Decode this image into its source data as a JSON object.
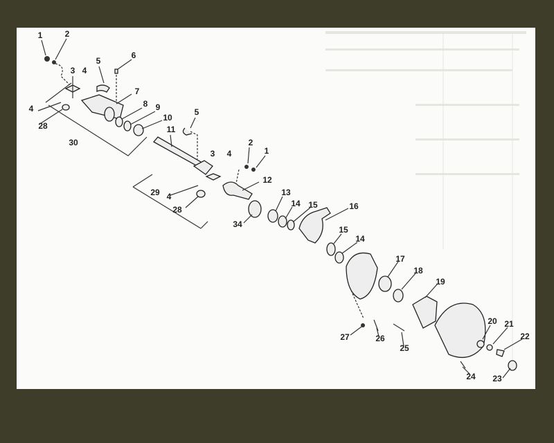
{
  "diagram": {
    "title": "Front axle shaft and hub exploded view",
    "callouts": [
      "1",
      "2",
      "5",
      "6",
      "3",
      "4",
      "7",
      "4",
      "8",
      "9",
      "28",
      "10",
      "30",
      "5",
      "11",
      "3",
      "4",
      "2",
      "1",
      "12",
      "29",
      "4",
      "28",
      "13",
      "14",
      "15",
      "16",
      "34",
      "15",
      "14",
      "17",
      "18",
      "19",
      "20",
      "21",
      "22",
      "27",
      "26",
      "25",
      "24",
      "23"
    ]
  }
}
